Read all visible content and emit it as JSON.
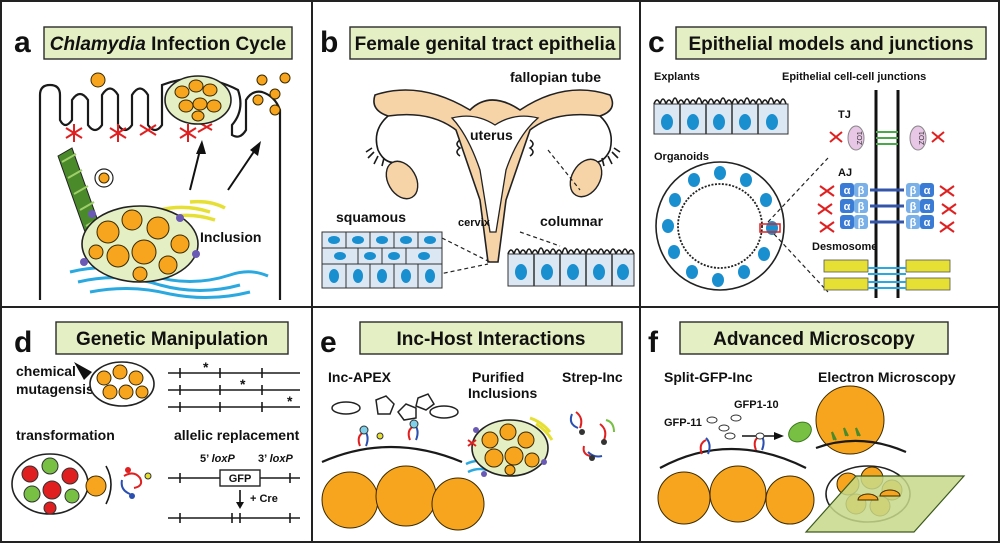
{
  "panels": {
    "a": {
      "letter": "a",
      "title_italic": "Chlamydia",
      "title_rest": " Infection Cycle",
      "labels": {
        "inclusion": "Inclusion"
      }
    },
    "b": {
      "letter": "b",
      "title": "Female genital tract epithelia",
      "labels": {
        "fallopian": "fallopian tube",
        "uterus": "uterus",
        "cervix": "cervix",
        "squamous": "squamous",
        "columnar": "columnar"
      }
    },
    "c": {
      "letter": "c",
      "title": "Epithelial models and junctions",
      "labels": {
        "explants": "Explants",
        "junctions": "Epithelial cell-cell junctions",
        "organoids": "Organoids",
        "tj": "TJ",
        "aj": "AJ",
        "desmosome": "Desmosome",
        "zo1": "ZO1",
        "alpha": "α",
        "beta": "β"
      }
    },
    "d": {
      "letter": "d",
      "title": "Genetic Manipulation",
      "labels": {
        "chem1": "chemical",
        "chem2": "mutagensis",
        "transformation": "transformation",
        "allelic": "allelic replacement",
        "loxp5_prefix": "5’ ",
        "loxp3_prefix": "3’ ",
        "loxp": "loxP",
        "gfp": "GFP",
        "cre": "+ Cre",
        "star": "*"
      }
    },
    "e": {
      "letter": "e",
      "title": "Inc-Host Interactions",
      "labels": {
        "incapex": "Inc-APEX",
        "purified1": "Purified",
        "purified2": "Inclusions",
        "strep": "Strep-Inc"
      }
    },
    "f": {
      "letter": "f",
      "title": "Advanced Microscopy",
      "labels": {
        "splitgfp": "Split-GFP-Inc",
        "em": "Electron Microscopy",
        "gfp11": "GFP-11",
        "gfp110": "GFP1-10"
      }
    }
  },
  "colors": {
    "bacteria": "#f7a51e",
    "inclusion_fill": "#e4efc3",
    "nucleus": "#1a8fd0",
    "actin_red": "#e02020",
    "title_box": "#e4efc3",
    "gfp_green": "#77c043",
    "er_blue": "#2aa9e0",
    "golgi_yellow": "#e7e034",
    "mito_green": "#4a8a2a",
    "uterus_fill": "#f7d3a8"
  }
}
